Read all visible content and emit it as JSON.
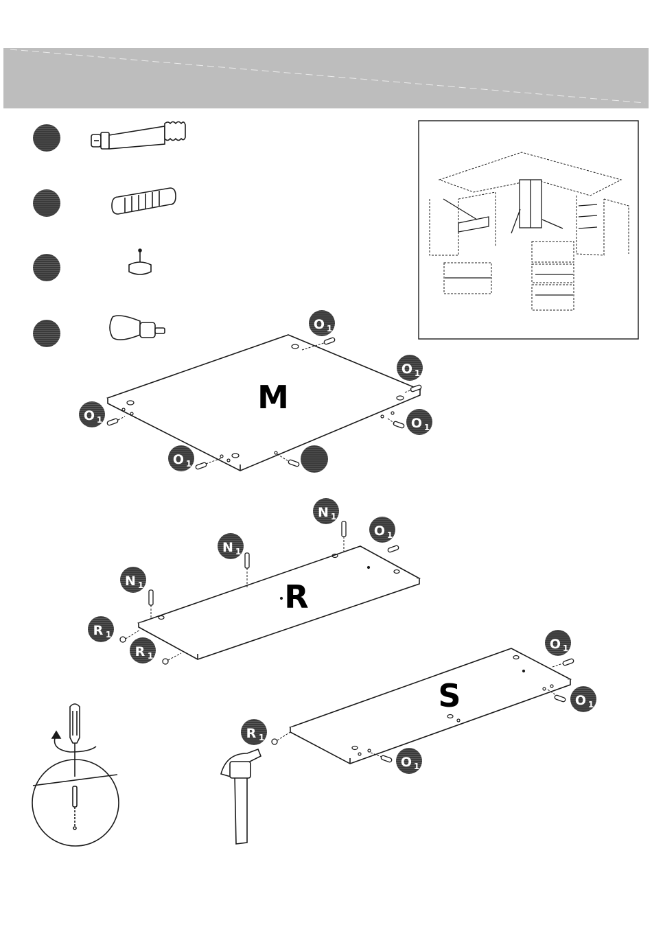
{
  "parts": {
    "board_m": "M",
    "board_r": "R",
    "board_s": "S"
  },
  "callouts": {
    "o1": {
      "main": "O",
      "sub": "1"
    },
    "n1": {
      "main": "N",
      "sub": "1"
    },
    "r1": {
      "main": "R",
      "sub": "1"
    }
  },
  "icons": {
    "hardware_1": "cam-lock-bolt-icon",
    "hardware_2": "wooden-dowel-icon",
    "hardware_3": "glide-foot-icon",
    "hardware_4": "connector-pin-icon",
    "tools": [
      "screwdriver-icon",
      "hammer-icon"
    ]
  },
  "colors": {
    "header_band": "#bdbdbd",
    "badge": "#3a3a3a",
    "line": "#1a1a1a"
  }
}
